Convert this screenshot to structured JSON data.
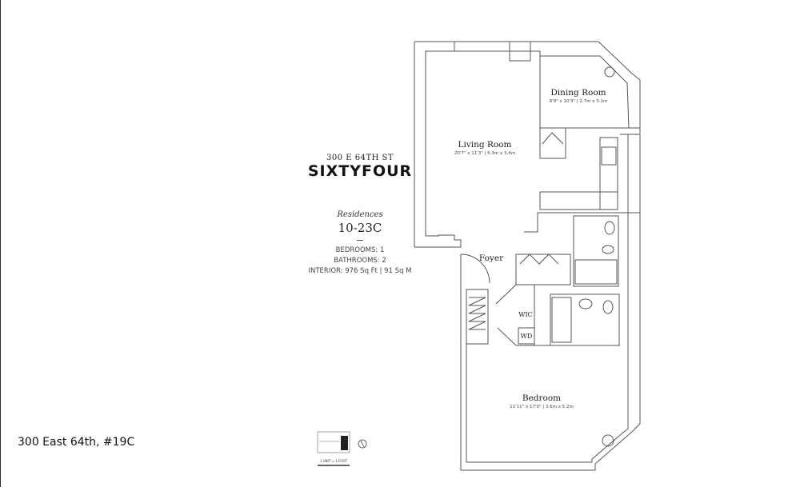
{
  "building": {
    "street": "300 E 64TH ST",
    "logo": "SIXTYFOUR"
  },
  "unit": {
    "residences_label": "Residences",
    "number": "10-23C",
    "bedrooms": "BEDROOMS: 1",
    "bathrooms": "BATHROOMS: 2",
    "interior": "INTERIOR: 976 Sq Ft | 91 Sq M"
  },
  "rooms": {
    "dining": {
      "name": "Dining Room",
      "dims": "8'9\" x 10'3\" | 2.7m x 3.1m"
    },
    "living": {
      "name": "Living Room",
      "dims": "20'7\" x 11'3\" | 6.3m x 3.4m"
    },
    "foyer": {
      "name": "Foyer"
    },
    "wic": {
      "name": "WIC"
    },
    "wd": {
      "name": "WD"
    },
    "bedroom": {
      "name": "Bedroom",
      "dims": "11'11\" x 17'0\" | 3.6m x 5.2m"
    }
  },
  "scale": {
    "label": "1 UNIT = 1 FOOT"
  },
  "caption": "300 East 64th, #19C"
}
